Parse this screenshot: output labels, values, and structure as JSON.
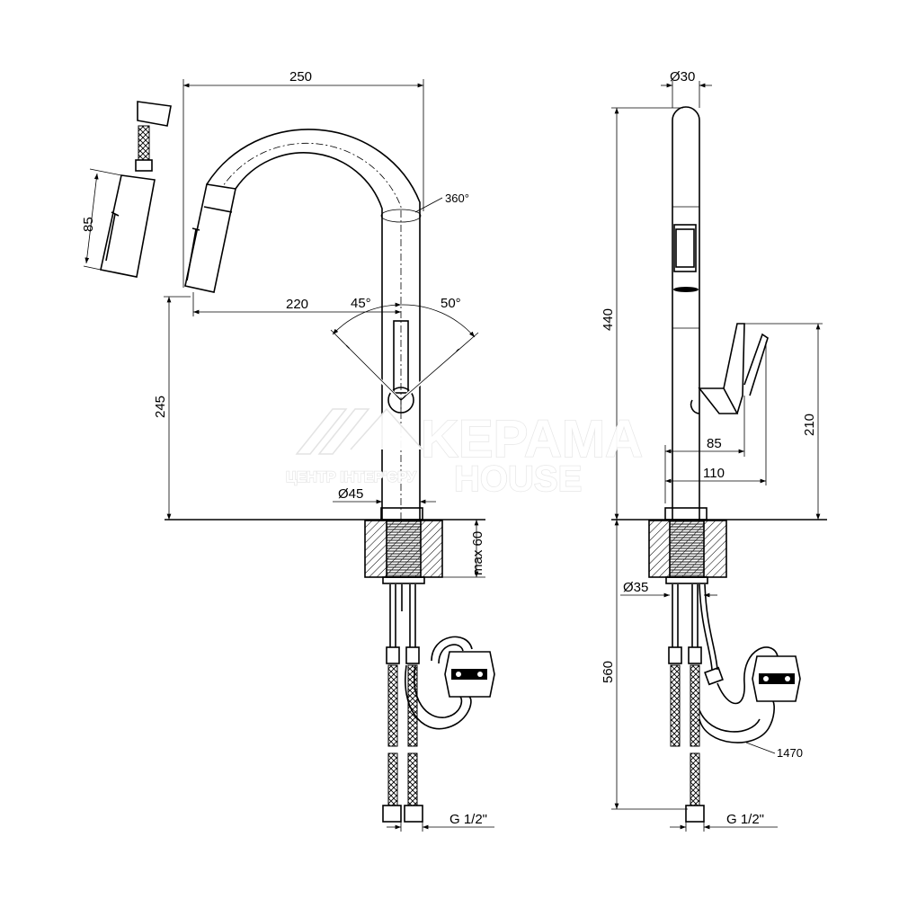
{
  "dimensions": {
    "width_250": "250",
    "reach_220": "220",
    "height_245": "245",
    "rotation_360": "360°",
    "angle_45": "45°",
    "angle_50": "50°",
    "diameter_45": "Ø45",
    "max_60": "max 60",
    "thread_left": "G 1/2\"",
    "spray_85": "85",
    "diameter_30": "Ø30",
    "height_440": "440",
    "height_210": "210",
    "handle_85": "85",
    "handle_110": "110",
    "diameter_35": "Ø35",
    "hose_560": "560",
    "hose_1470": "1470",
    "thread_right": "G 1/2\""
  },
  "watermark": {
    "brand_line1": "KEPAMA",
    "brand_line2": "HOUSE",
    "tagline": "ЦЕНТР ІНТЕР'ЄРУ"
  }
}
